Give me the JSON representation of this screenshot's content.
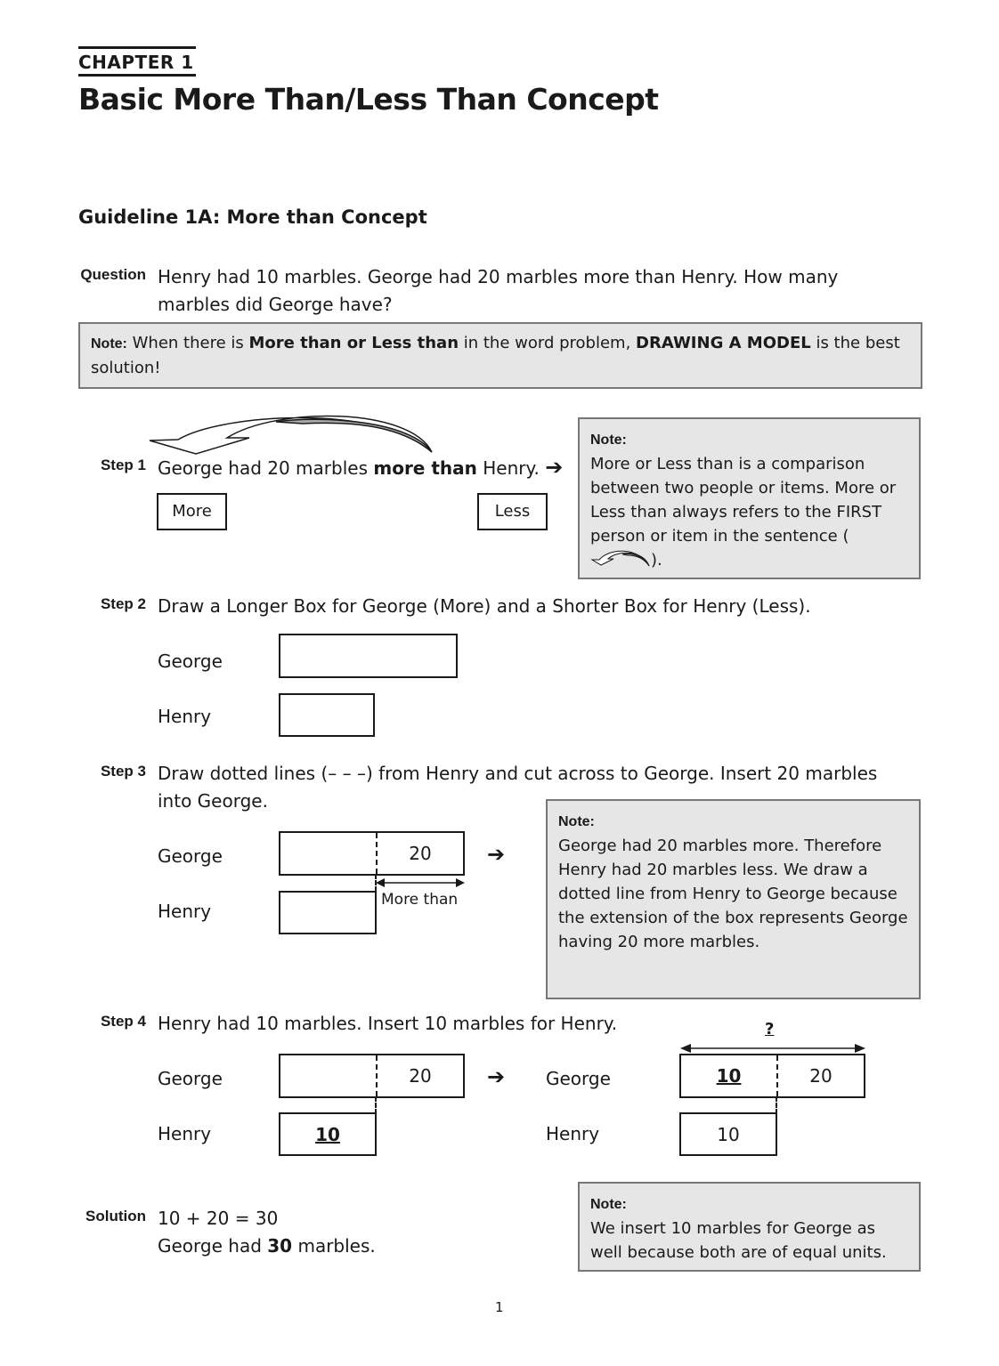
{
  "header": {
    "chapter": "CHAPTER 1",
    "title": "Basic More Than/Less Than Concept"
  },
  "guideline": "Guideline 1A: More than Concept",
  "question": {
    "label": "Question",
    "text": "Henry had 10 marbles. George had 20 marbles more than Henry. How many marbles did George have?"
  },
  "note_main": {
    "prefix": "Note:",
    "p1": " When there is ",
    "b1": "More than or Less than",
    "p2": " in the word problem, ",
    "b2": "DRAWING A MODEL",
    "p3": " is the best solution!"
  },
  "step1": {
    "label": "Step 1",
    "text_a": "George had 20 marbles ",
    "text_b": "more than",
    "text_c": " Henry.",
    "more": "More",
    "less": "Less",
    "note_title": "Note:",
    "note_text": "More or Less than is a comparison between two people or items. More or Less than always refers to the FIRST person or item in the sentence",
    "note_open": "(",
    "note_close": ")."
  },
  "step2": {
    "label": "Step 2",
    "text": "Draw a Longer Box for George (More) and a Shorter Box for Henry (Less).",
    "george": "George",
    "henry": "Henry"
  },
  "step3": {
    "label": "Step 3",
    "text": "Draw dotted lines (– – –) from Henry and cut across to George. Insert 20 marbles into George.",
    "george": "George",
    "henry": "Henry",
    "value": "20",
    "more_than": "More than",
    "note_title": "Note:",
    "note_text": "George had 20 marbles more. Therefore Henry had 20 marbles less. We draw a dotted line from Henry to George because the extension of the box represents George having 20 more marbles."
  },
  "step4": {
    "label": "Step 4",
    "text": "Henry had 10 marbles. Insert 10 marbles for Henry.",
    "george": "George",
    "henry": "Henry",
    "g_val": "20",
    "h_val": "10",
    "q": "?",
    "g2_left": "10",
    "g2_right": "20",
    "h2_val": "10"
  },
  "solution": {
    "label": "Solution",
    "eq": "10 + 20 = 30",
    "line_a": "George had ",
    "line_b": "30",
    "line_c": " marbles.",
    "note_title": "Note:",
    "note_text": "We insert 10 marbles for George as well because both are of equal units."
  },
  "page_number": "1"
}
